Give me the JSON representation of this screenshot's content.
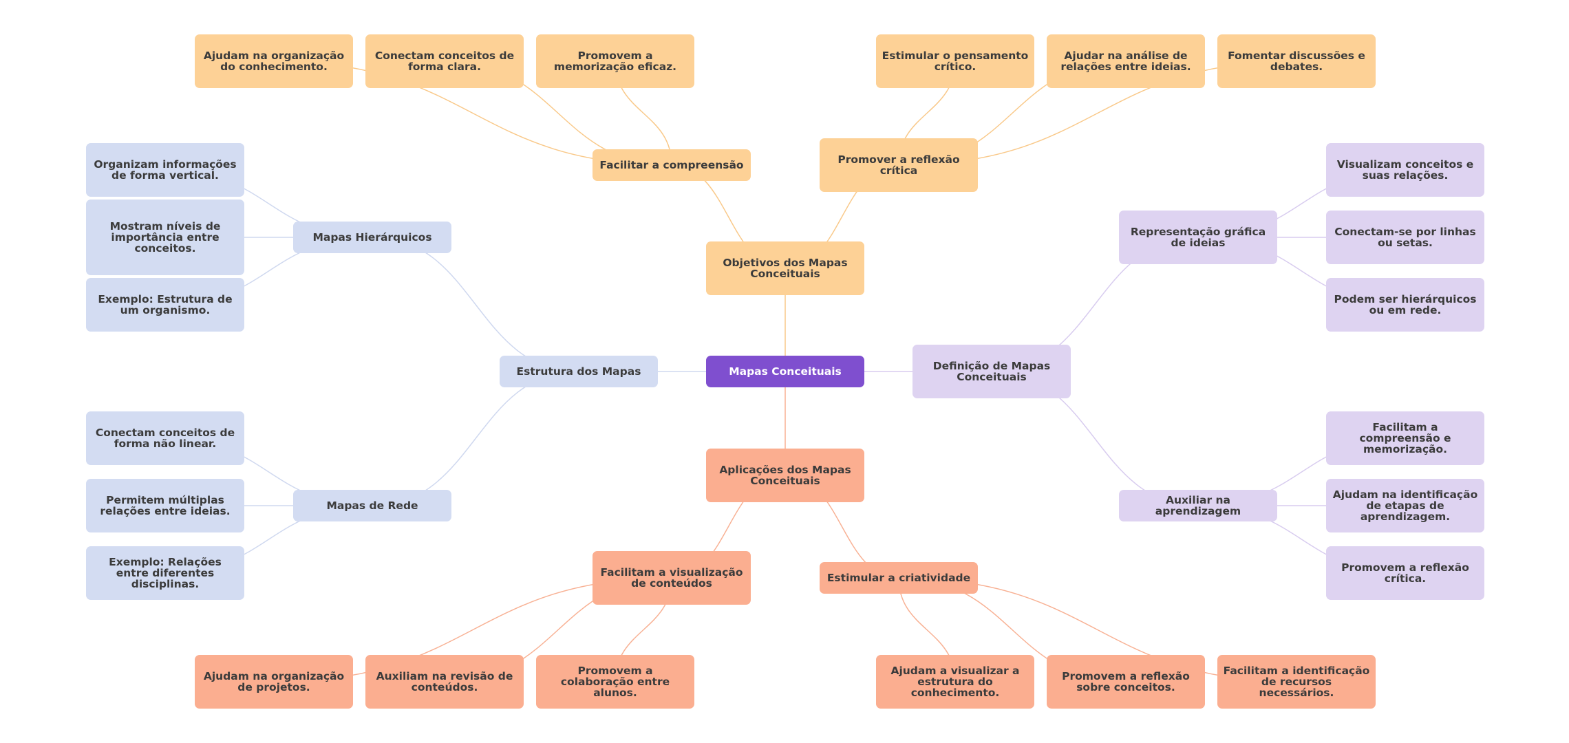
{
  "colors": {
    "root": "#7f4fcf",
    "orange": "#fdd196",
    "orange_line": "#f9c98a",
    "salmon": "#fbae90",
    "salmon_line": "#f8b194",
    "blue": "#d3dcf2",
    "blue_line": "#cfd8ef",
    "purple": "#ded3f1",
    "purple_line": "#d8ccef"
  },
  "nodes": [
    {
      "id": "root",
      "text": "Mapas Conceituais",
      "theme": "root"
    },
    {
      "id": "objetivos",
      "text": "Objetivos dos Mapas Conceituais",
      "theme": "orange"
    },
    {
      "id": "facilitar-compreensao",
      "text": "Facilitar a compreensão",
      "theme": "orange"
    },
    {
      "id": "ajudam-organizacao-conhecimento",
      "text": "Ajudam na organização do conhecimento.",
      "theme": "orange"
    },
    {
      "id": "conectam-forma-clara",
      "text": "Conectam conceitos de forma clara.",
      "theme": "orange"
    },
    {
      "id": "promovem-memorizacao",
      "text": "Promovem a memorização eficaz.",
      "theme": "orange"
    },
    {
      "id": "promover-reflexao",
      "text": "Promover a reflexão crítica",
      "theme": "orange"
    },
    {
      "id": "estimular-pensamento",
      "text": "Estimular o pensamento crítico.",
      "theme": "orange"
    },
    {
      "id": "ajudar-analise",
      "text": "Ajudar na análise de relações entre ideias.",
      "theme": "orange"
    },
    {
      "id": "fomentar-discussoes",
      "text": "Fomentar discussões e debates.",
      "theme": "orange"
    },
    {
      "id": "aplicacoes",
      "text": "Aplicações dos Mapas Conceituais",
      "theme": "salmon"
    },
    {
      "id": "facilitam-visualizacao",
      "text": "Facilitam a visualização de conteúdos",
      "theme": "salmon"
    },
    {
      "id": "ajudam-organizacao-projetos",
      "text": "Ajudam na organização de projetos.",
      "theme": "salmon"
    },
    {
      "id": "auxiliam-revisao",
      "text": "Auxiliam na revisão de conteúdos.",
      "theme": "salmon"
    },
    {
      "id": "promovem-colaboracao",
      "text": "Promovem a colaboração entre alunos.",
      "theme": "salmon"
    },
    {
      "id": "estimular-criatividade",
      "text": "Estimular a criatividade",
      "theme": "salmon"
    },
    {
      "id": "ajudam-visualizar-estrutura",
      "text": "Ajudam a visualizar a estrutura do conhecimento.",
      "theme": "salmon"
    },
    {
      "id": "promovem-reflexao-conceitos",
      "text": "Promovem a reflexão sobre conceitos.",
      "theme": "salmon"
    },
    {
      "id": "facilitam-identificacao-recursos",
      "text": "Facilitam a identificação de recursos necessários.",
      "theme": "salmon"
    },
    {
      "id": "estrutura",
      "text": "Estrutura dos Mapas",
      "theme": "blue"
    },
    {
      "id": "mapas-hierarquicos",
      "text": "Mapas Hierárquicos",
      "theme": "blue"
    },
    {
      "id": "organizam-vertical",
      "text": "Organizam informações de forma vertical.",
      "theme": "blue"
    },
    {
      "id": "mostram-niveis",
      "text": "Mostram níveis de importância entre conceitos.",
      "theme": "blue"
    },
    {
      "id": "exemplo-organismo",
      "text": "Exemplo: Estrutura de um organismo.",
      "theme": "blue"
    },
    {
      "id": "mapas-rede",
      "text": "Mapas de Rede",
      "theme": "blue"
    },
    {
      "id": "conectam-nao-linear",
      "text": "Conectam conceitos de forma não linear.",
      "theme": "blue"
    },
    {
      "id": "permitem-multiplas",
      "text": "Permitem múltiplas relações entre ideias.",
      "theme": "blue"
    },
    {
      "id": "exemplo-disciplinas",
      "text": "Exemplo: Relações entre diferentes disciplinas.",
      "theme": "blue"
    },
    {
      "id": "definicao",
      "text": "Definição de Mapas Conceituais",
      "theme": "purple"
    },
    {
      "id": "representacao-grafica",
      "text": "Representação gráfica de ideias",
      "theme": "purple"
    },
    {
      "id": "visualizam-conceitos",
      "text": "Visualizam conceitos e suas relações.",
      "theme": "purple"
    },
    {
      "id": "conectam-linhas",
      "text": "Conectam-se por linhas ou setas.",
      "theme": "purple"
    },
    {
      "id": "podem-ser-hierarquicos",
      "text": "Podem ser hierárquicos ou em rede.",
      "theme": "purple"
    },
    {
      "id": "auxiliar-aprendizagem",
      "text": "Auxiliar na aprendizagem",
      "theme": "purple"
    },
    {
      "id": "facilitam-compreensao-memorizacao",
      "text": "Facilitam a compreensão e memorização.",
      "theme": "purple"
    },
    {
      "id": "ajudam-identificacao-etapas",
      "text": "Ajudam na identificação de etapas de aprendizagem.",
      "theme": "purple"
    },
    {
      "id": "promovem-reflexao-critica",
      "text": "Promovem a reflexão crítica.",
      "theme": "purple"
    }
  ],
  "edges": [
    [
      "root",
      "objetivos"
    ],
    [
      "root",
      "aplicacoes"
    ],
    [
      "root",
      "estrutura"
    ],
    [
      "root",
      "definicao"
    ],
    [
      "objetivos",
      "facilitar-compreensao"
    ],
    [
      "objetivos",
      "promover-reflexao"
    ],
    [
      "facilitar-compreensao",
      "ajudam-organizacao-conhecimento"
    ],
    [
      "facilitar-compreensao",
      "conectam-forma-clara"
    ],
    [
      "facilitar-compreensao",
      "promovem-memorizacao"
    ],
    [
      "promover-reflexao",
      "estimular-pensamento"
    ],
    [
      "promover-reflexao",
      "ajudar-analise"
    ],
    [
      "promover-reflexao",
      "fomentar-discussoes"
    ],
    [
      "aplicacoes",
      "facilitam-visualizacao"
    ],
    [
      "aplicacoes",
      "estimular-criatividade"
    ],
    [
      "facilitam-visualizacao",
      "ajudam-organizacao-projetos"
    ],
    [
      "facilitam-visualizacao",
      "auxiliam-revisao"
    ],
    [
      "facilitam-visualizacao",
      "promovem-colaboracao"
    ],
    [
      "estimular-criatividade",
      "ajudam-visualizar-estrutura"
    ],
    [
      "estimular-criatividade",
      "promovem-reflexao-conceitos"
    ],
    [
      "estimular-criatividade",
      "facilitam-identificacao-recursos"
    ],
    [
      "estrutura",
      "mapas-hierarquicos"
    ],
    [
      "estrutura",
      "mapas-rede"
    ],
    [
      "mapas-hierarquicos",
      "organizam-vertical"
    ],
    [
      "mapas-hierarquicos",
      "mostram-niveis"
    ],
    [
      "mapas-hierarquicos",
      "exemplo-organismo"
    ],
    [
      "mapas-rede",
      "conectam-nao-linear"
    ],
    [
      "mapas-rede",
      "permitem-multiplas"
    ],
    [
      "mapas-rede",
      "exemplo-disciplinas"
    ],
    [
      "definicao",
      "representacao-grafica"
    ],
    [
      "definicao",
      "auxiliar-aprendizagem"
    ],
    [
      "representacao-grafica",
      "visualizam-conceitos"
    ],
    [
      "representacao-grafica",
      "conectam-linhas"
    ],
    [
      "representacao-grafica",
      "podem-ser-hierarquicos"
    ],
    [
      "auxiliar-aprendizagem",
      "facilitam-compreensao-memorizacao"
    ],
    [
      "auxiliar-aprendizagem",
      "ajudam-identificacao-etapas"
    ],
    [
      "auxiliar-aprendizagem",
      "promovem-reflexao-critica"
    ]
  ]
}
